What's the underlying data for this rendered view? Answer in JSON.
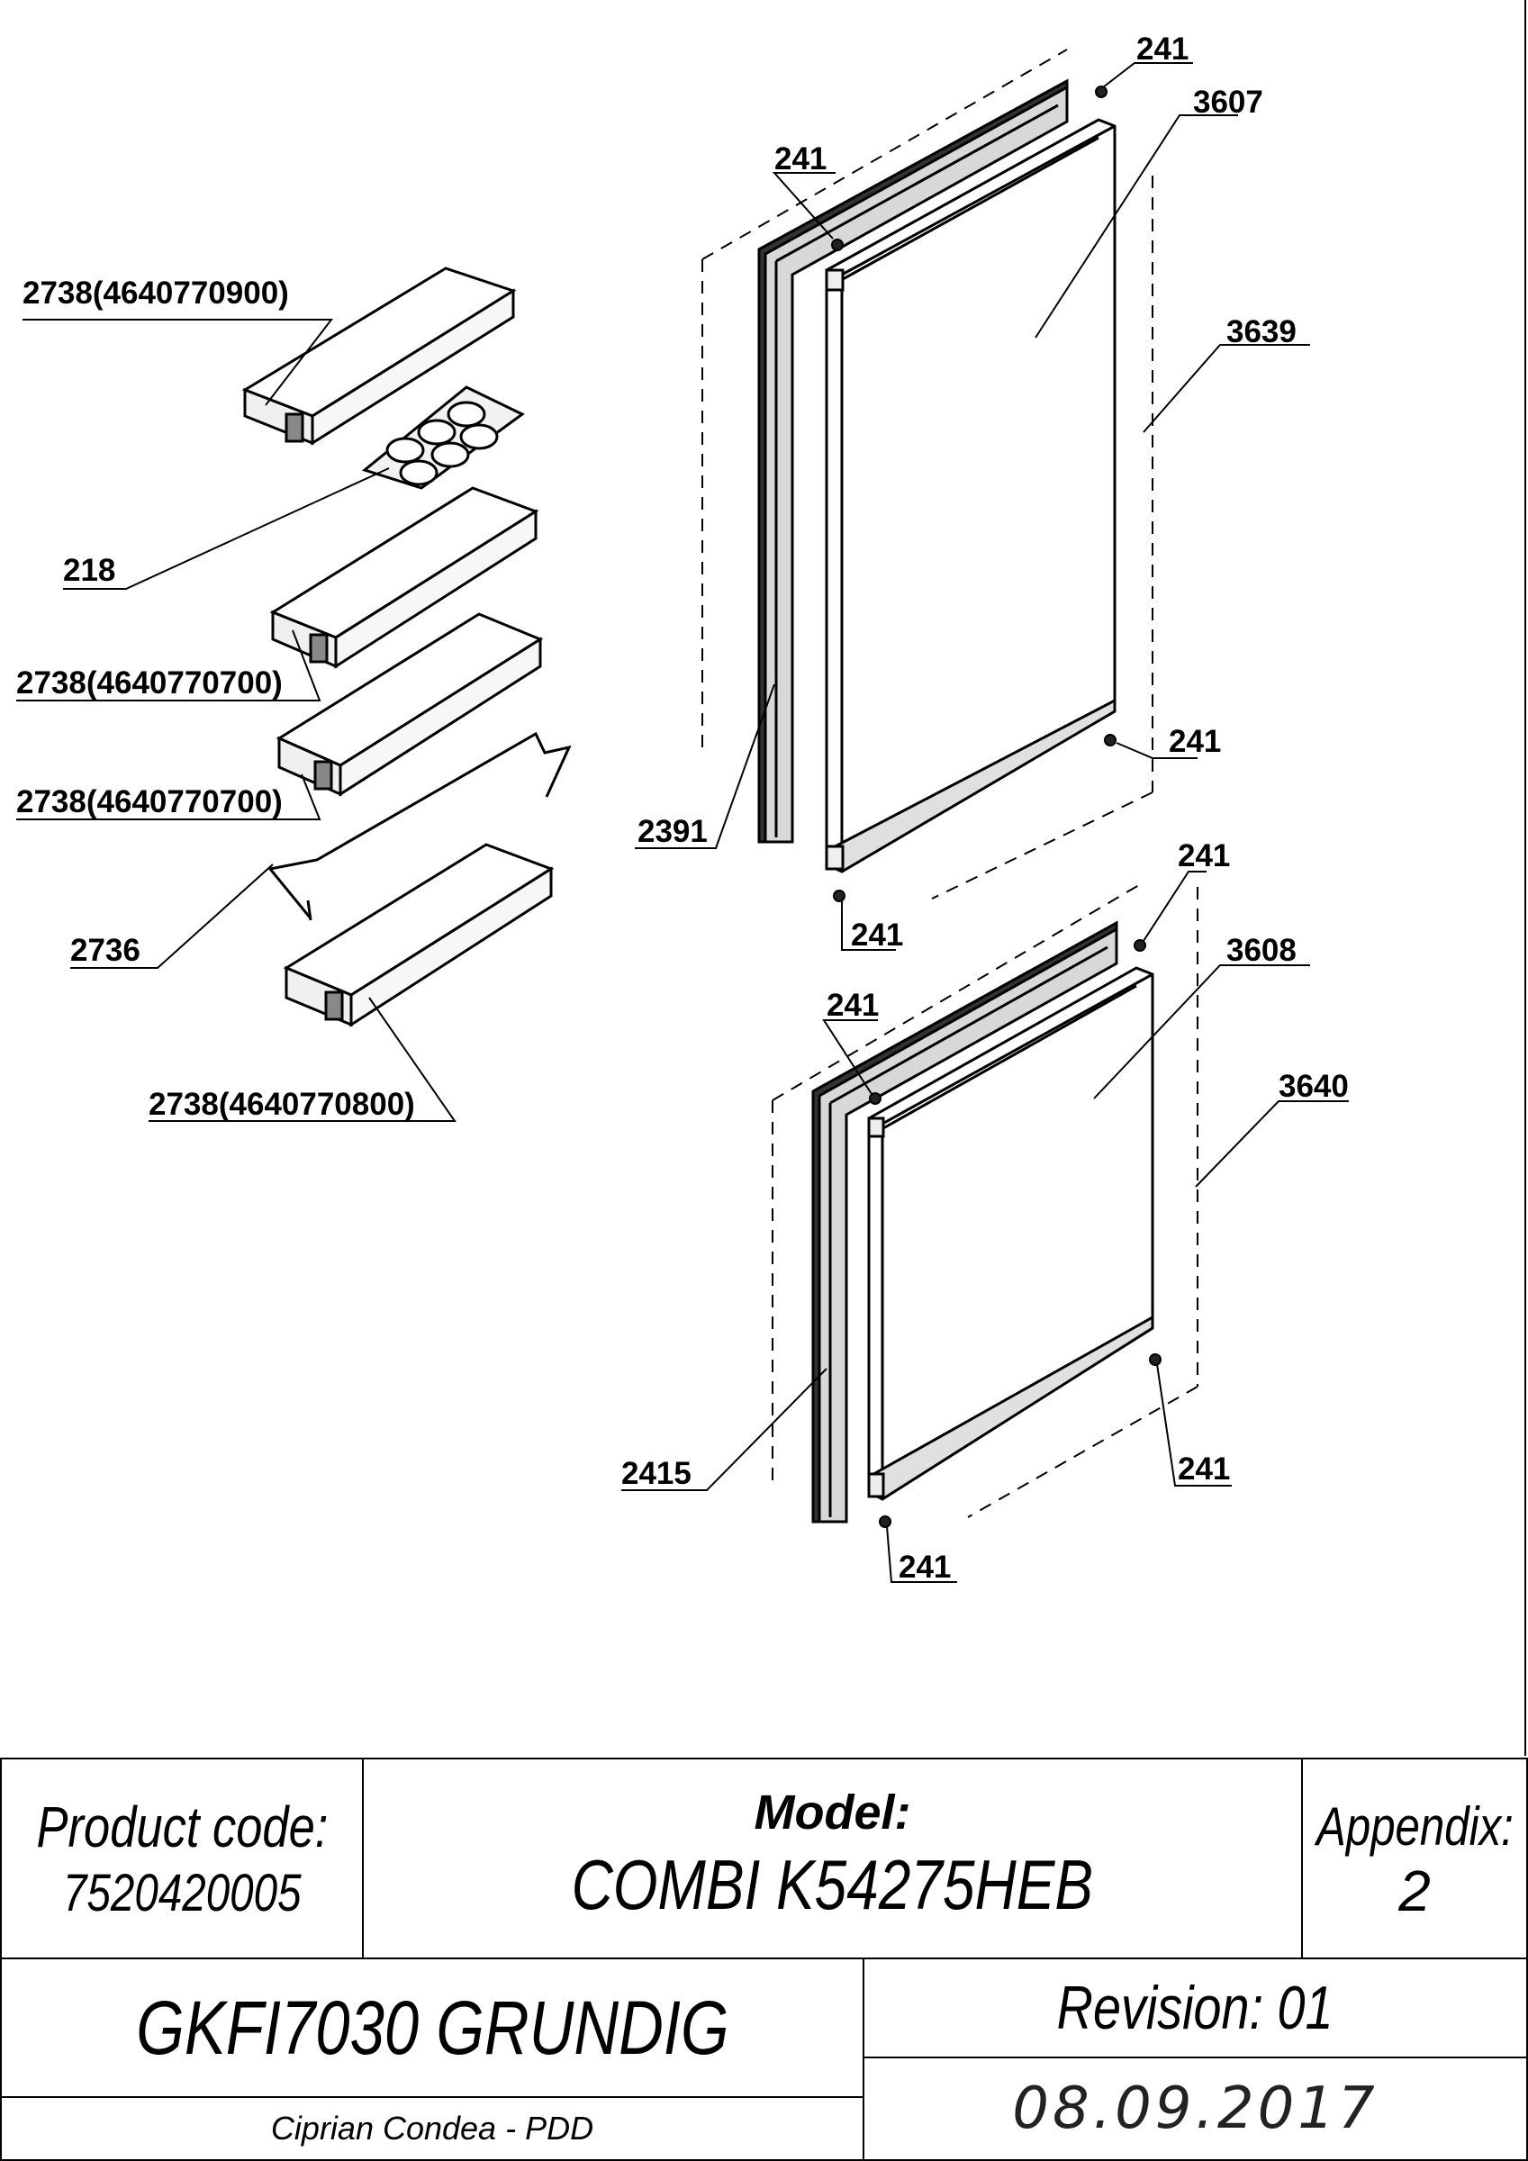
{
  "callouts": {
    "c241_top_right": "241",
    "c3607": "3607",
    "c241_top_left": "241",
    "c2738_a": "2738(4640770900)",
    "c3639": "3639",
    "c218": "218",
    "c2738_b": "2738(4640770700)",
    "c2738_c": "2738(4640770700)",
    "c241_upper_hinge": "241",
    "c2391": "2391",
    "c241_lower_top": "241",
    "c241_mid_bottom": "241",
    "c3608": "3608",
    "c2736": "2736",
    "c241_lower_left": "241",
    "c3640": "3640",
    "c2738_d": "2738(4640770800)",
    "c2415": "2415",
    "c241_lower_hinge": "241",
    "c241_bottom": "241"
  },
  "title_block": {
    "product_code_label": "Product code:",
    "product_code": "7520420005",
    "model_label": "Model:",
    "model": "COMBI K54275HEB",
    "appendix_label": "Appendix:",
    "appendix": "2",
    "product_name": "GKFI7030 GRUNDIG",
    "revision": "Revision: 01",
    "date": "08.09.2017",
    "author": "Ciprian Condea - PDD"
  }
}
